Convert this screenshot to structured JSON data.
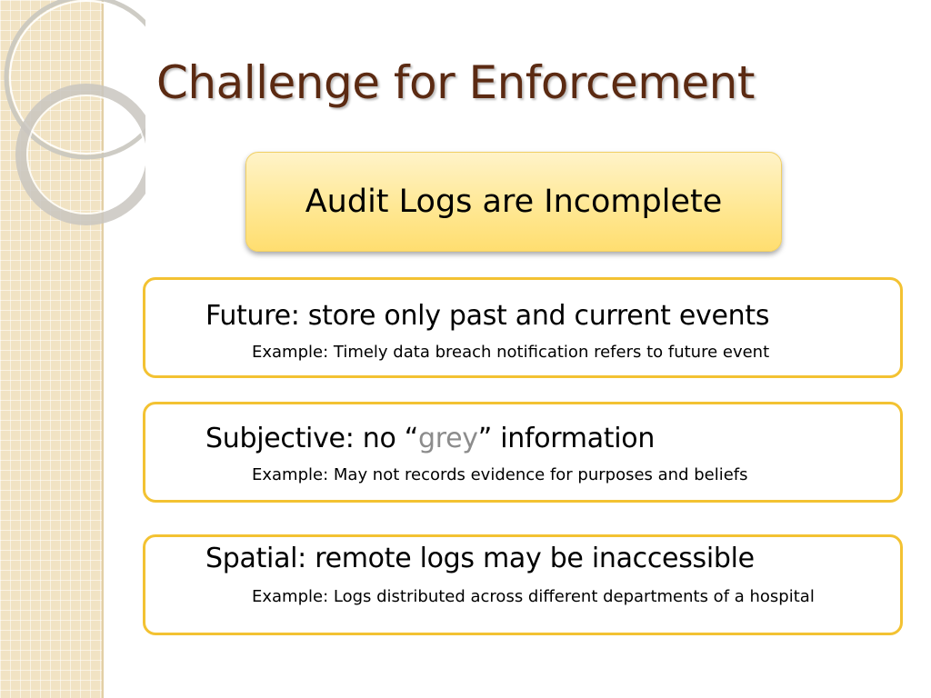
{
  "slide": {
    "title": "Challenge for Enforcement",
    "headline": "Audit Logs are Incomplete"
  },
  "cards": [
    {
      "main": "Future: store only past and current events",
      "example": "Example: Timely data breach notification refers to future event"
    },
    {
      "main_prefix": "Subjective: no “",
      "main_highlight": "grey",
      "main_suffix": "” information",
      "example": "Example: May not records evidence for purposes and beliefs"
    },
    {
      "main": "Spatial: remote logs may be inaccessible",
      "example": "Example: Logs distributed across different departments of a hospital"
    }
  ],
  "colors": {
    "title": "#5b2a12",
    "card_border": "#f3c232",
    "headline_fill": "#ffe895",
    "highlight_grey": "#8c8c8c",
    "sidebar": "#f1e3c4"
  }
}
